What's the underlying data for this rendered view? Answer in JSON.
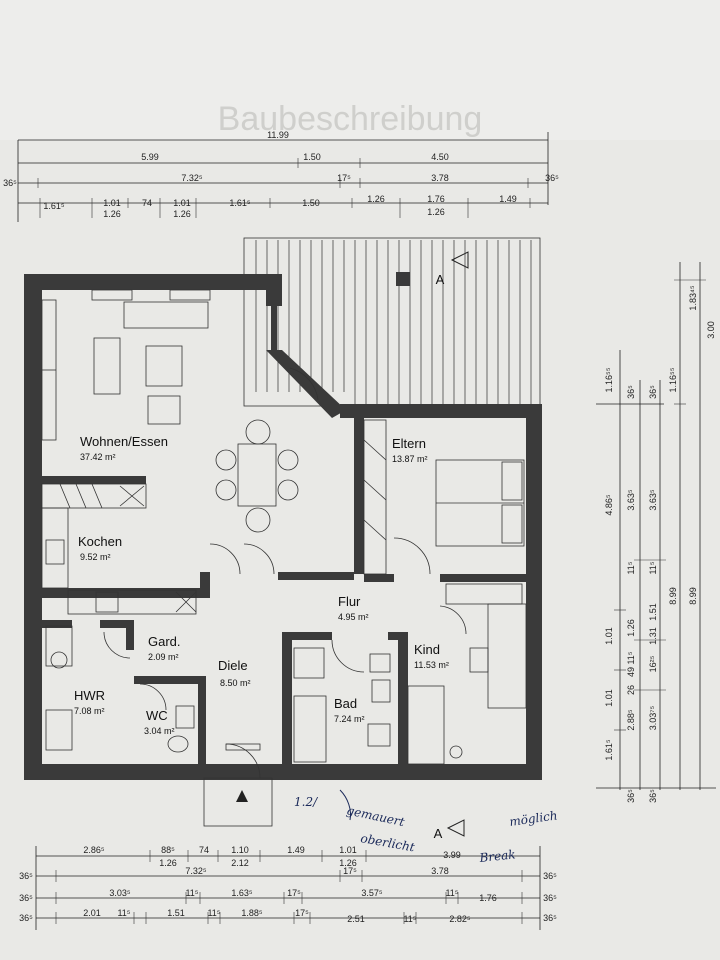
{
  "title": "Baubeschreibung",
  "rooms": {
    "wohnen": {
      "name": "Wohnen/Essen",
      "area": "37.42 m²"
    },
    "eltern": {
      "name": "Eltern",
      "area": "13.87 m²"
    },
    "kochen": {
      "name": "Kochen",
      "area": "9.52 m²"
    },
    "flur": {
      "name": "Flur",
      "area": "4.95 m²"
    },
    "gard": {
      "name": "Gard.",
      "area": "2.09 m²"
    },
    "diele": {
      "name": "Diele",
      "area": "8.50 m²"
    },
    "kind": {
      "name": "Kind",
      "area": "11.53 m²"
    },
    "hwr": {
      "name": "HWR",
      "area": "7.08 m²"
    },
    "wc": {
      "name": "WC",
      "area": "3.04 m²"
    },
    "bad": {
      "name": "Bad",
      "area": "7.24 m²"
    }
  },
  "section_marks": {
    "top": "A",
    "bottom": "A"
  },
  "top_dims": {
    "r1": [
      "11.99"
    ],
    "r2": [
      "5.99",
      "1.50",
      "4.50"
    ],
    "r3": [
      "36⁵",
      "7.32⁵",
      "17⁵",
      "3.78",
      "36⁵"
    ],
    "r4": [
      "1.61⁵",
      "1.01",
      "74",
      "1.01",
      "1.61⁵",
      "1.50",
      "1.26",
      "1.76",
      "1.49"
    ],
    "r5": [
      "1.26",
      "1.26",
      "1.26"
    ]
  },
  "bottom_dims": {
    "r1": [
      "2.86⁵",
      "88⁵",
      "74",
      "1.10",
      "1.49",
      "1.01",
      "3.99"
    ],
    "r1b": [
      "1.26",
      "2.12",
      "1.26"
    ],
    "r2": [
      "36⁵",
      "7.32⁵",
      "17⁵",
      "3.78",
      "36⁵"
    ],
    "r3": [
      "36⁵",
      "3.03⁵",
      "11⁵",
      "1.63⁵",
      "17⁵",
      "3.57⁵",
      "11⁵",
      "1.76",
      "36⁵"
    ],
    "r4": [
      "36⁵",
      "2.01",
      "11⁵",
      "1.51",
      "11⁵",
      "1.88⁵",
      "17⁵",
      "2.51",
      "11⁵",
      "2.82⁵",
      "36⁵"
    ]
  },
  "right_dims": {
    "c1": [
      "1.16⁵⁵",
      "4.86⁵",
      "1.01",
      "1.01",
      "1.61⁵"
    ],
    "c2": [
      "36⁵",
      "3.63⁵",
      "11⁵",
      "1.26",
      "11⁵",
      "49",
      "26",
      "2.88⁵",
      "36⁵"
    ],
    "c3": [
      "36⁵",
      "3.63⁵",
      "11⁵",
      "1.51",
      "1.31",
      "16²⁵",
      "3.03⁷⁵",
      "36⁵"
    ],
    "c4": [
      "1.16⁵⁵",
      "8.99"
    ],
    "c5": [
      "1.83⁴⁵",
      "8.99"
    ],
    "c6": [
      "3.00"
    ]
  },
  "handwritten": {
    "note1": "gemauert",
    "note2": "oberlicht",
    "note3": "möglich",
    "note4": "Break",
    "note5": "1.2/"
  },
  "colors": {
    "paper": "#e9e9e6",
    "wall": "#3a3a3a",
    "line": "#222222",
    "ink": "#1b2a5a"
  }
}
